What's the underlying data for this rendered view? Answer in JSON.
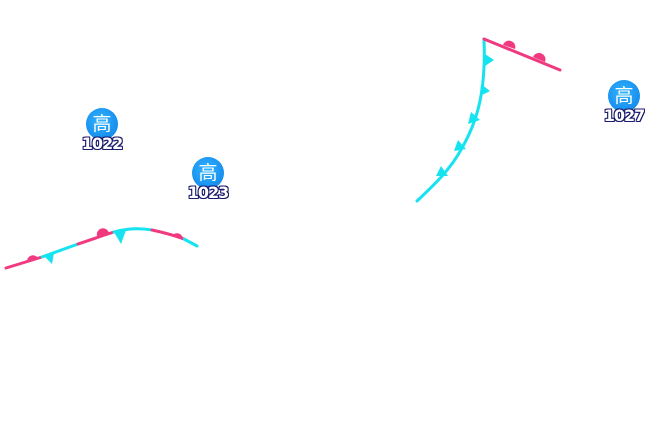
{
  "colors": {
    "warm_front": "#f0397e",
    "cold_front": "#15e3f0",
    "high_badge": "#1a93f0",
    "value_outline": "#1a1a6e"
  },
  "pressure_centers": [
    {
      "symbol": "高",
      "value": "1022",
      "type": "high"
    },
    {
      "symbol": "高",
      "value": "1023",
      "type": "high"
    },
    {
      "symbol": "高",
      "value": "1027",
      "type": "high"
    }
  ],
  "fronts": [
    {
      "type": "stationary",
      "name": "stationary-front-west"
    },
    {
      "type": "occluded-corner",
      "name": "front-northeast"
    }
  ]
}
